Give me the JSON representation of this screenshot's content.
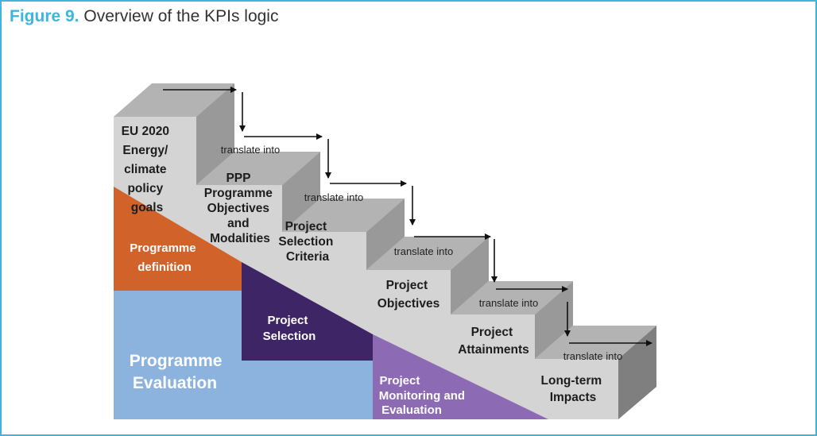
{
  "figure": {
    "number": "Figure 9.",
    "title": "Overview of the KPIs logic"
  },
  "steps": {
    "s1": [
      "EU 2020",
      "Energy/",
      "climate",
      "policy",
      "goals"
    ],
    "s2": [
      "PPP",
      "Programme",
      "Objectives",
      "and",
      "Modalities"
    ],
    "s3": [
      "Project",
      "Selection",
      "Criteria"
    ],
    "s4": [
      "Project",
      "Objectives"
    ],
    "s5": [
      "Project",
      "Attainments"
    ],
    "s6": [
      "Long-term",
      "Impacts"
    ]
  },
  "connector": "translate into",
  "zones": {
    "programme_definition": [
      "Programme",
      "definition"
    ],
    "project_selection": [
      "Project",
      "Selection"
    ],
    "programme_evaluation": [
      "Programme",
      "Evaluation"
    ],
    "project_monitoring": [
      "Project",
      "Monitoring  and",
      "Evaluation"
    ]
  },
  "colors": {
    "frame": "#3fb5dc",
    "programme_definition": "#d1622a",
    "project_selection": "#3d2566",
    "programme_evaluation": "#8cb3de",
    "project_monitoring": "#8d6bb4",
    "stair_front": "#d4d4d4",
    "stair_top": "#b3b3b3",
    "stair_riser": "#999999",
    "stair_side": "#7f7f7f"
  }
}
